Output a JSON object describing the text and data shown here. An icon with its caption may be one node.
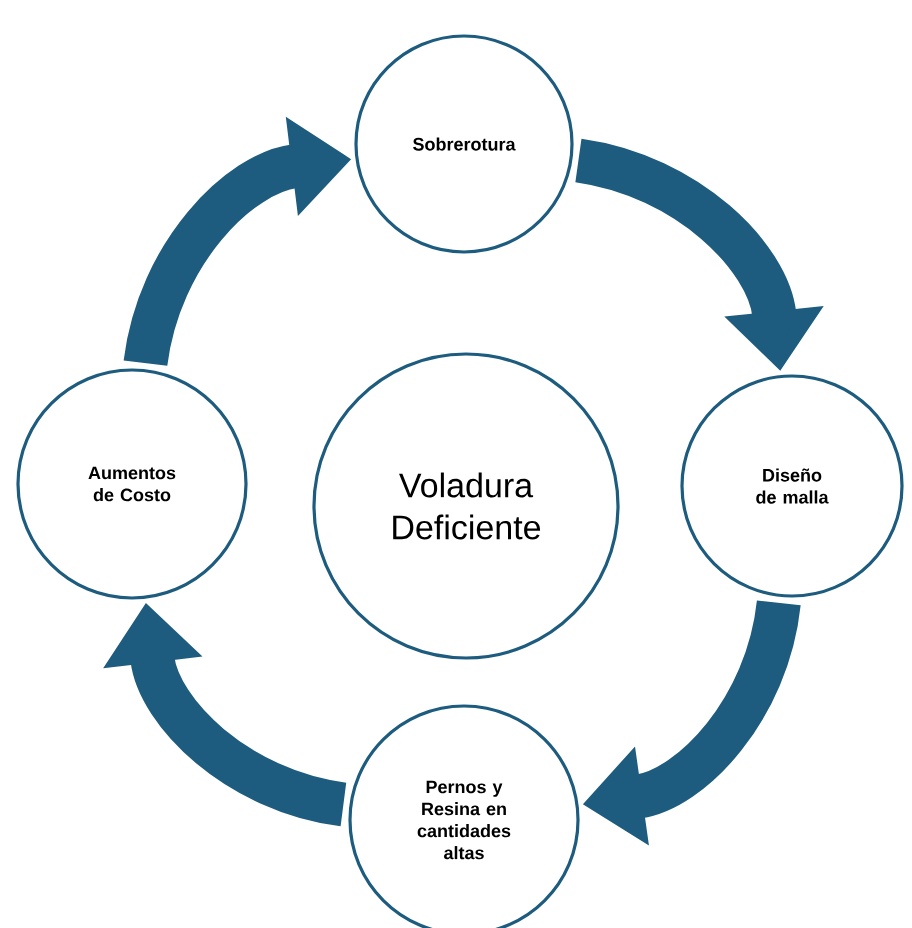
{
  "diagram": {
    "nodes": [
      {
        "text": [
          "Sobrerotura"
        ]
      },
      {
        "text": [
          "Voladura Deficiente"
        ]
      },
      {
        "text": [
          "Aumentos de Costo"
        ]
      },
      {
        "text": [
          "Diseño de malla"
        ]
      },
      {
        "text": [
          "Pernos y Resina en cantidades altas"
        ]
      }
    ],
    "edges": [
      {
        "from": 0,
        "to": 3,
        "arrow": "to"
      },
      {
        "from": 3,
        "to": 4,
        "arrow": "to"
      },
      {
        "from": 4,
        "to": 2,
        "arrow": "to"
      },
      {
        "from": 2,
        "to": 0,
        "arrow": "to"
      }
    ]
  }
}
